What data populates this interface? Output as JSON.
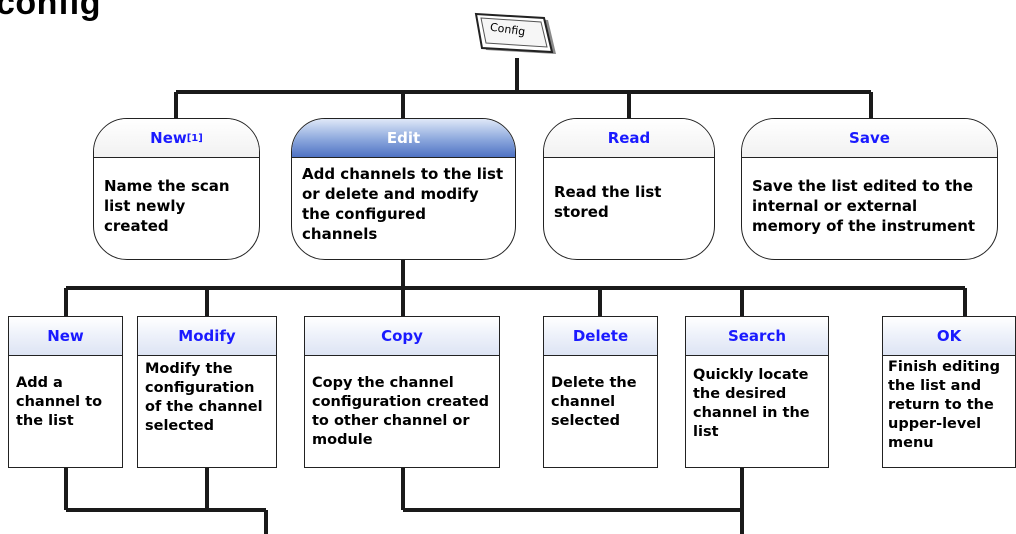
{
  "page_title": "config",
  "root": {
    "label": "Config"
  },
  "top_level": [
    {
      "title": "New",
      "footnote": "[1]",
      "description": "Name the scan list newly created"
    },
    {
      "title": "Edit",
      "description": "Add channels to the list or delete and modify the configured channels"
    },
    {
      "title": "Read",
      "description": "Read the list stored"
    },
    {
      "title": "Save",
      "description": "Save the list edited to the internal or external memory of the instrument"
    }
  ],
  "edit_submenu": [
    {
      "title": "New",
      "description": "Add a channel to the list"
    },
    {
      "title": "Modify",
      "description": "Modify the configuration of the channel selected"
    },
    {
      "title": "Copy",
      "description": "Copy the channel configuration created to other channel or module"
    },
    {
      "title": "Delete",
      "description": "Delete the channel selected"
    },
    {
      "title": "Search",
      "description": "Quickly locate the desired channel in the list"
    },
    {
      "title": "OK",
      "description": "Finish editing the list and return to the upper-level menu"
    }
  ]
}
